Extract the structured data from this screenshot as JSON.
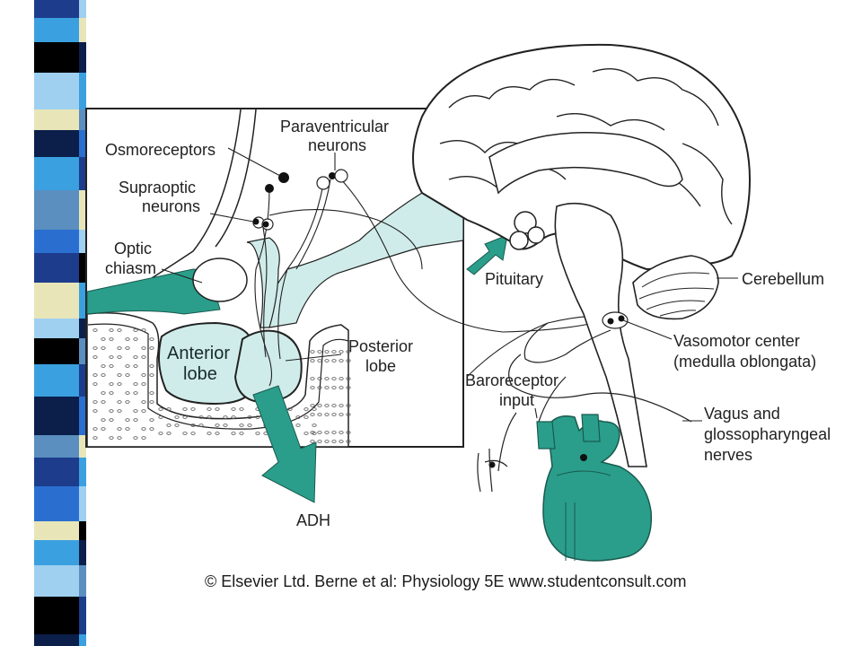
{
  "labels": {
    "osmoreceptors": "Osmoreceptors",
    "paraventricular_1": "Paraventricular",
    "paraventricular_2": "neurons",
    "supraoptic_1": "Supraoptic",
    "supraoptic_2": "neurons",
    "optic_1": "Optic",
    "optic_2": "chiasm",
    "anterior_1": "Anterior",
    "anterior_2": "lobe",
    "posterior_1": "Posterior",
    "posterior_2": "lobe",
    "adh": "ADH",
    "pituitary": "Pituitary",
    "cerebellum": "Cerebellum",
    "vasomotor_1": "Vasomotor center",
    "vasomotor_2": "(medulla oblongata)",
    "baroreceptor_1": "Baroreceptor",
    "baroreceptor_2": "input",
    "vagus_1": "Vagus and",
    "vagus_2": "glossopharyngeal",
    "vagus_3": "nerves"
  },
  "copyright": "© Elsevier Ltd. Berne et al: Physiology 5E www.studentconsult.com",
  "colors": {
    "teal": "#2a9e8a",
    "pale_teal": "#cfecea",
    "outline": "#222222"
  }
}
